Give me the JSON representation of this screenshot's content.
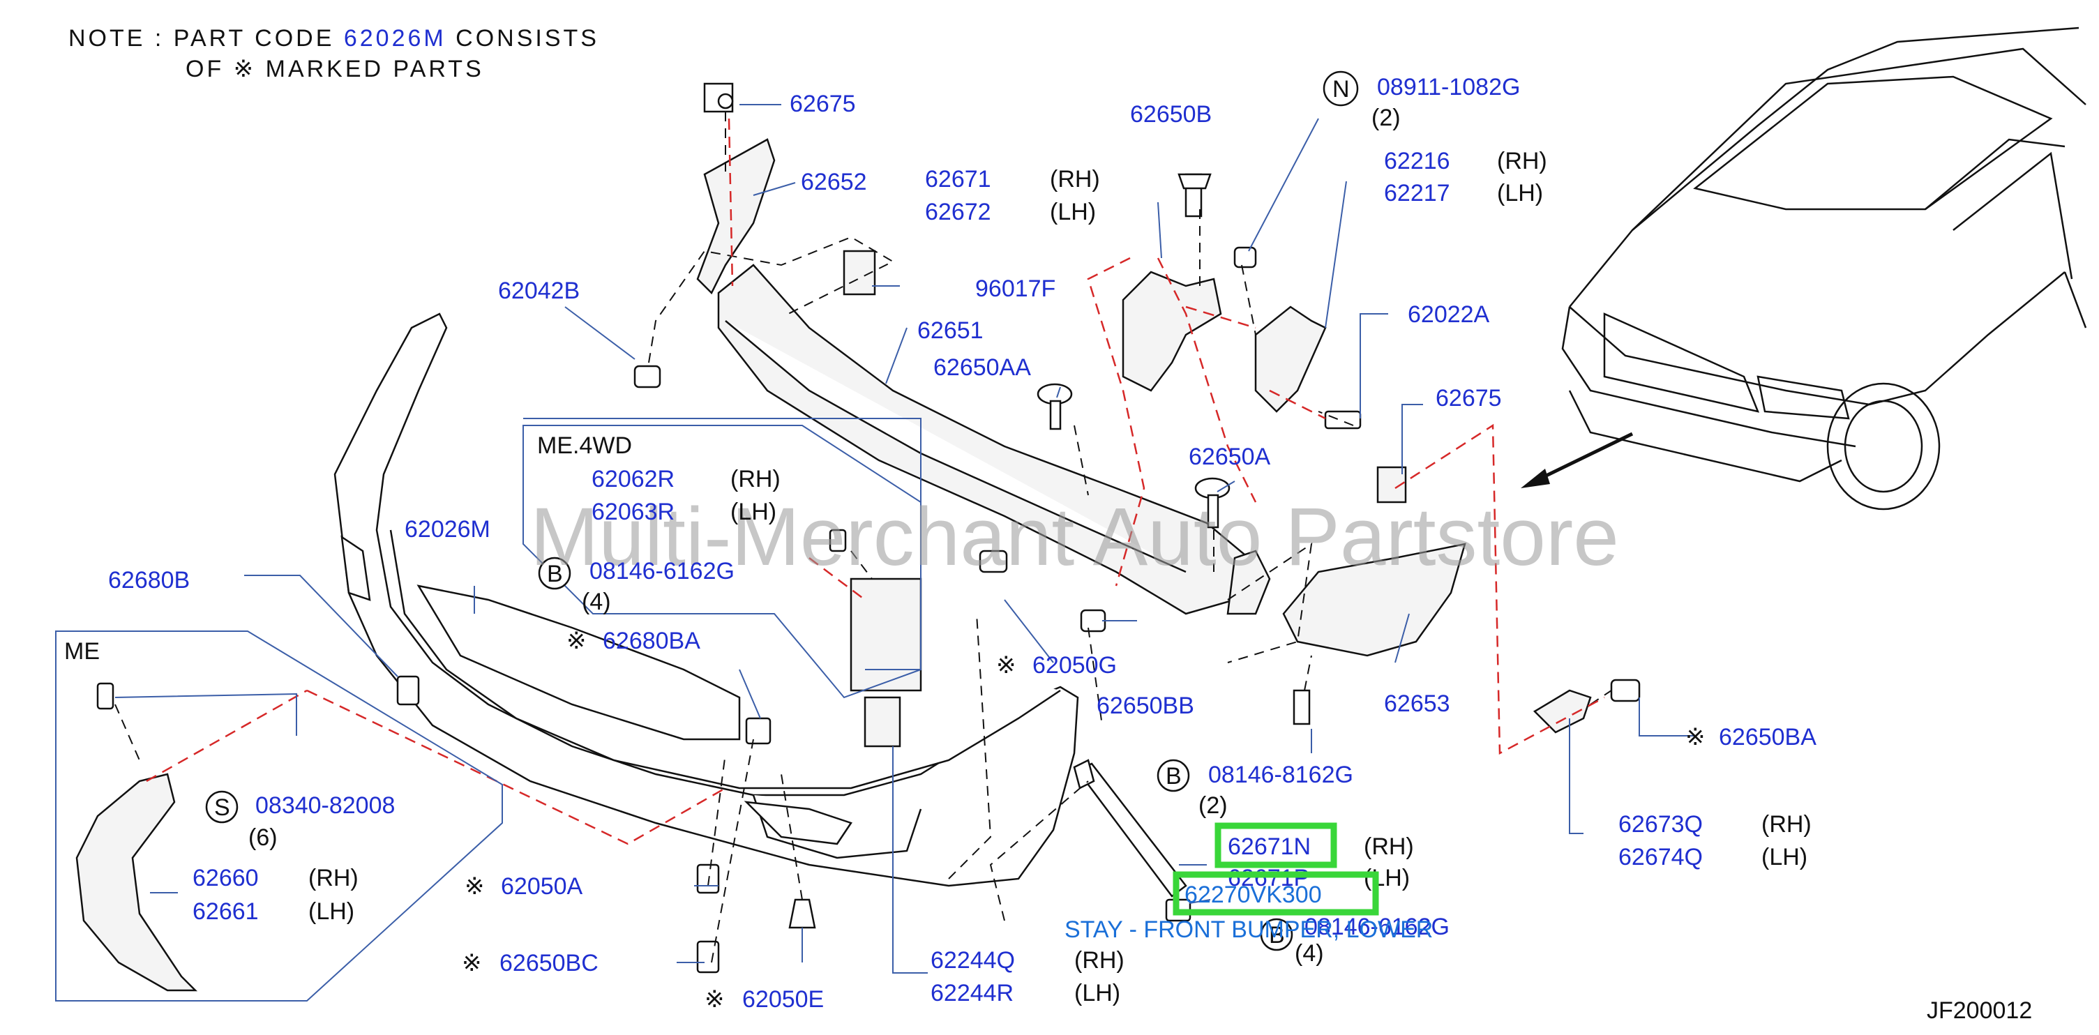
{
  "note": {
    "line1_prefix": "NOTE : PART CODE",
    "line1_code": "62026M",
    "line1_suffix": "CONSISTS",
    "line2_prefix": "OF",
    "line2_suffix": "MARKED PARTS"
  },
  "watermark": "Multi-Merchant Auto Partstore",
  "diagram_code": "JF200012",
  "groups": {
    "me4wd": "ME.4WD",
    "me": "ME"
  },
  "symbols": {
    "asterisk": "※",
    "n": "N",
    "b": "B",
    "s": "S"
  },
  "labels": {
    "p62675_top": "62675",
    "p62652": "62652",
    "p96017F": "96017F",
    "p62042B": "62042B",
    "p62651": "62651",
    "p62650AA": "62650AA",
    "p62650B": "62650B",
    "p62671": "62671",
    "p62672": "62672",
    "p08911": "08911-1082G",
    "p08911_qty": "(2)",
    "p62216": "62216",
    "p62217": "62217",
    "p62022A": "62022A",
    "p62675_right": "62675",
    "p62650A": "62650A",
    "p62062R": "62062R",
    "p62063R": "62063R",
    "p08146_6162G": "08146-6162G",
    "p08146_6162G_qty": "(4)",
    "p62026M": "62026M",
    "p62680B": "62680B",
    "p62680BA": "62680BA",
    "p62050G": "62050G",
    "p62650BB": "62650BB",
    "p62653": "62653",
    "p62650BA": "62650BA",
    "p08146_8162G": "08146-8162G",
    "p08146_8162G_qty": "(2)",
    "p62673Q": "62673Q",
    "p62674Q": "62674Q",
    "p62671N": "62671N",
    "p62671P": "62671P",
    "p62270VK300": "62270VK300",
    "stay_desc": "STAY - FRONT BUMPER, LOWER",
    "p08146_6162G_b": "08146-6162G",
    "p08146_6162G_b_qty": "(4)",
    "p08340": "08340-82008",
    "p08340_qty": "(6)",
    "p62660": "62660",
    "p62661": "62661",
    "p62050A": "62050A",
    "p62650BC": "62650BC",
    "p62050E": "62050E",
    "p62244Q": "62244Q",
    "p62244R": "62244R"
  },
  "sides": {
    "rh": "(RH)",
    "lh": "(LH)"
  },
  "colors": {
    "part_number": "#1f2fd0",
    "highlight": "#39d639",
    "leader": "#3b5ea8",
    "red_dash": "#d62828"
  }
}
